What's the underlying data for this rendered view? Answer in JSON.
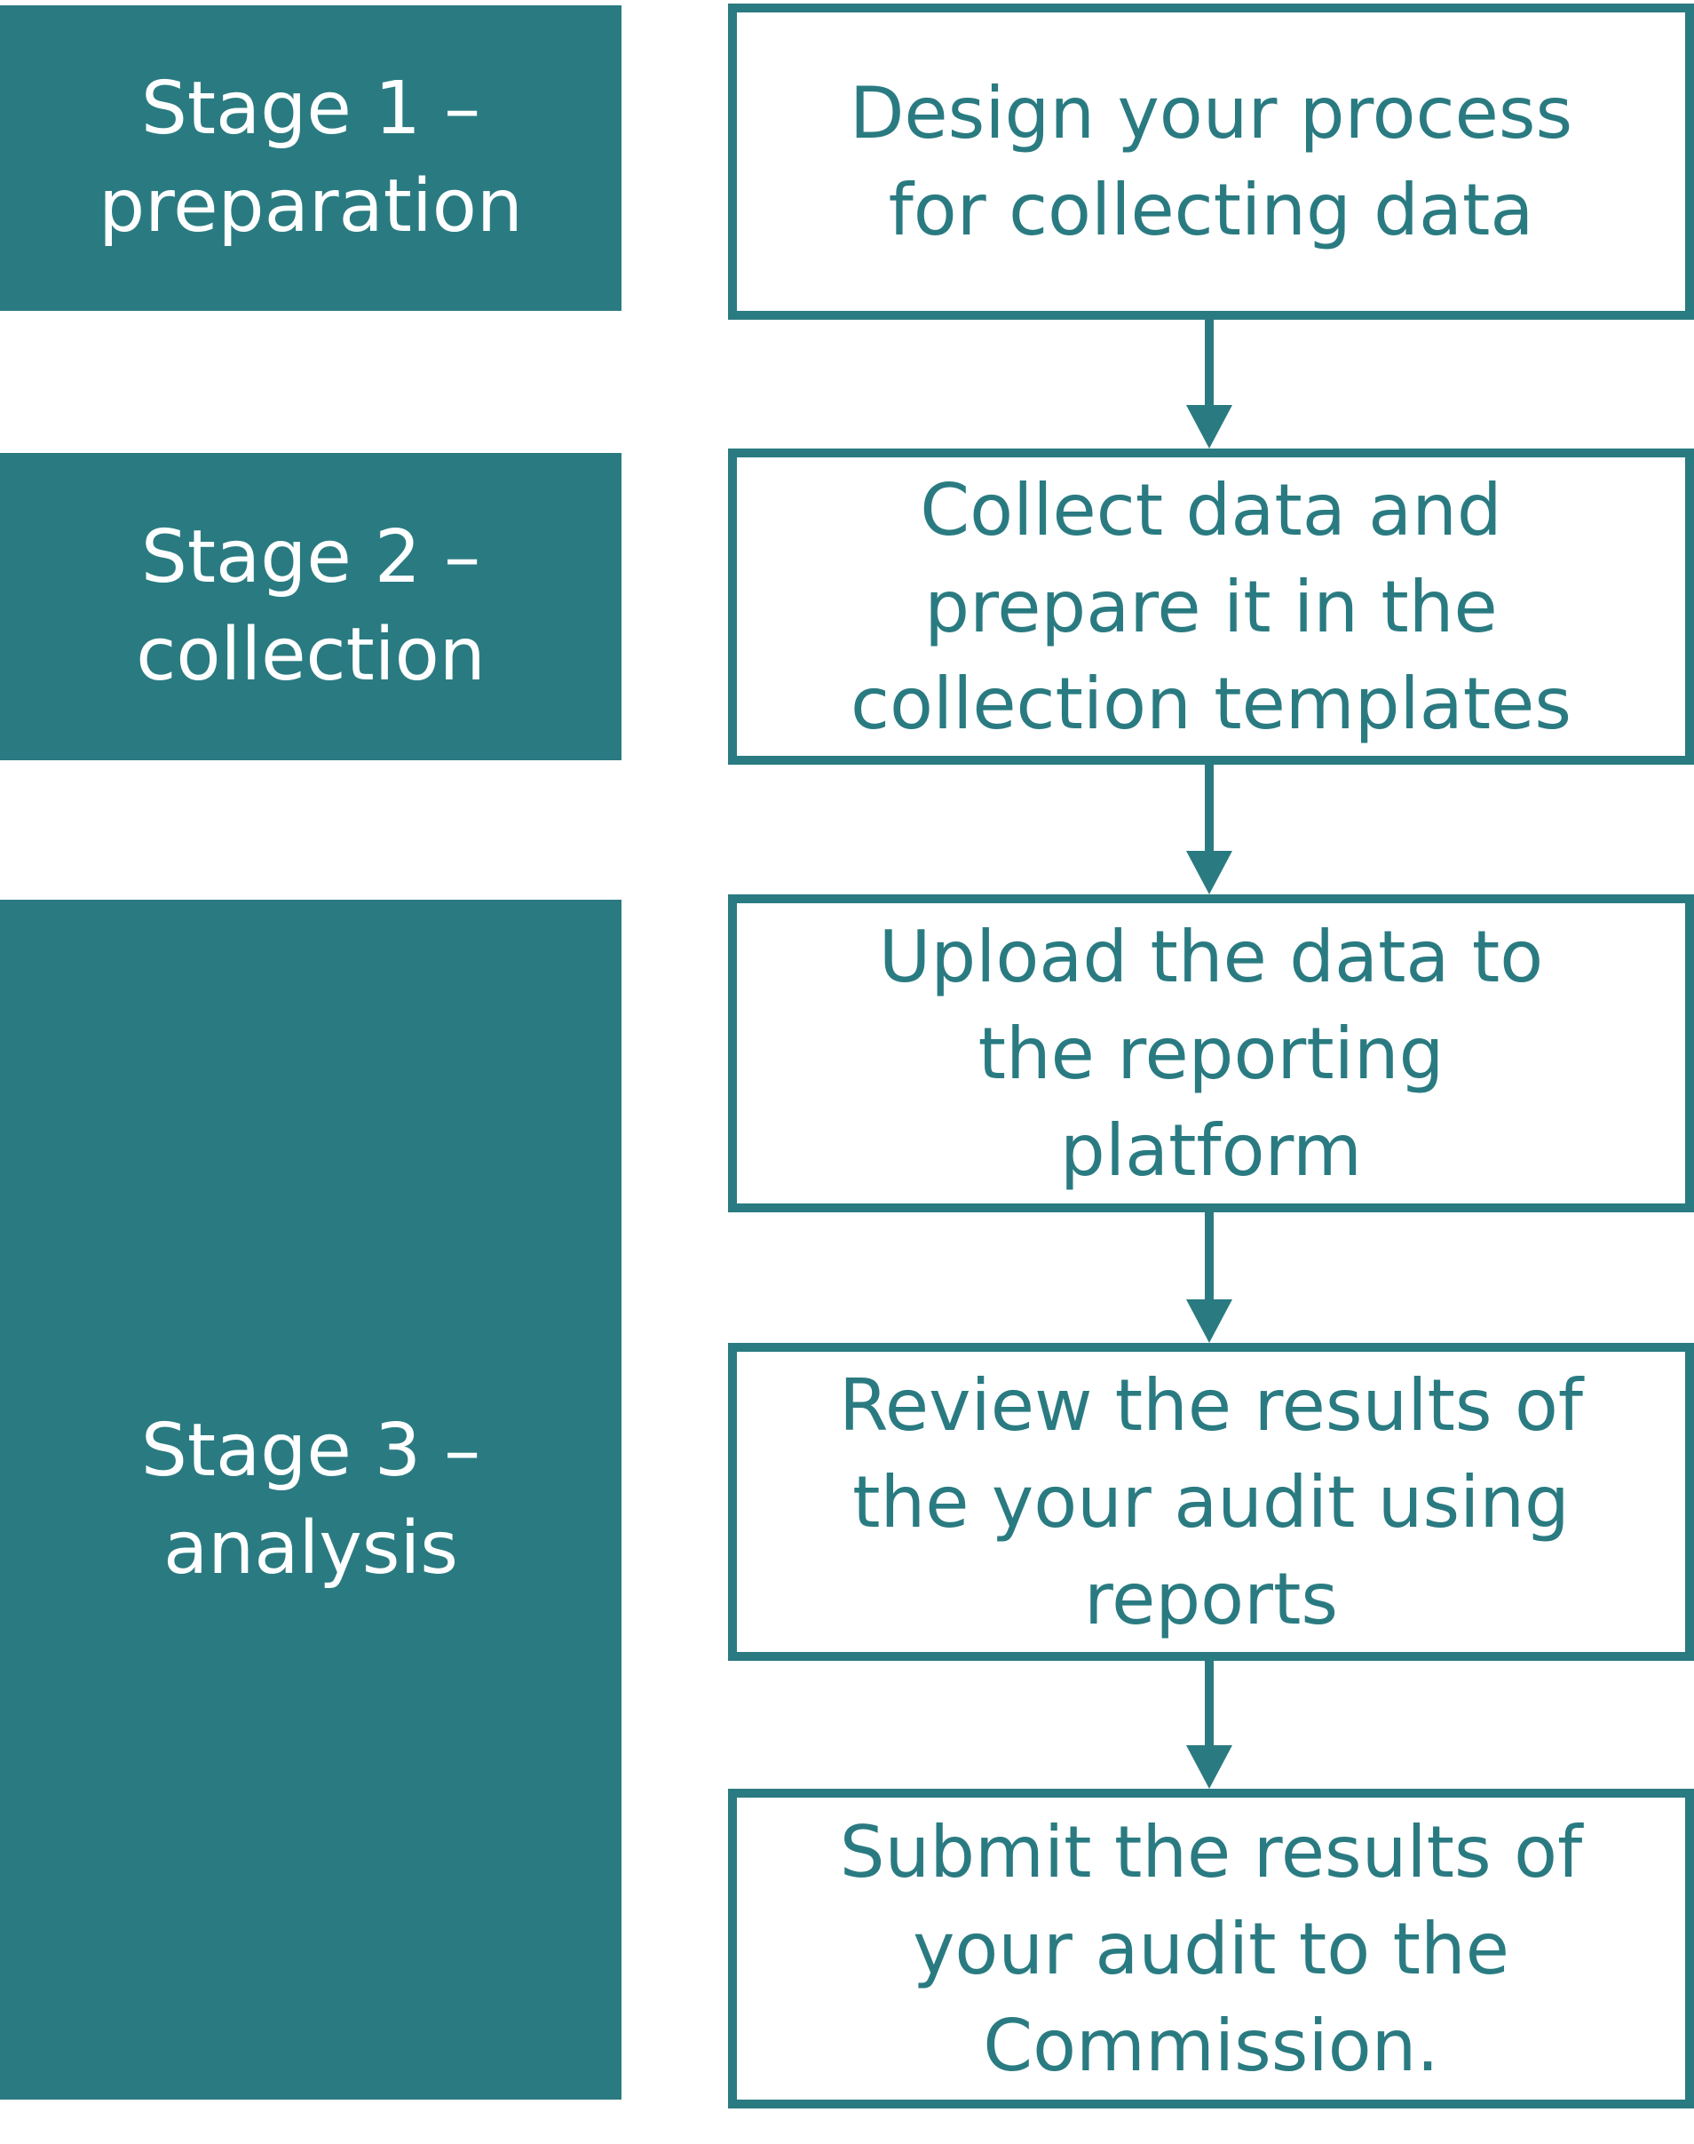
{
  "colors": {
    "teal": "#2a7b81",
    "background": "#ffffff",
    "stage_text": "#ffffff"
  },
  "stages": [
    {
      "line1": "Stage 1 –",
      "line2": "preparation"
    },
    {
      "line1": "Stage 2 –",
      "line2": "collection"
    },
    {
      "line1": "Stage 3 –",
      "line2": "analysis"
    }
  ],
  "steps": [
    {
      "lines": [
        "Design your process",
        "for collecting data"
      ]
    },
    {
      "lines": [
        "Collect data and",
        "prepare it in the",
        "collection templates"
      ]
    },
    {
      "lines": [
        "Upload the data to",
        "the reporting",
        "platform"
      ]
    },
    {
      "lines": [
        "Review the results of",
        "the your audit using",
        "reports"
      ]
    },
    {
      "lines": [
        "Submit the results of",
        "your audit to the",
        "Commission."
      ]
    }
  ]
}
